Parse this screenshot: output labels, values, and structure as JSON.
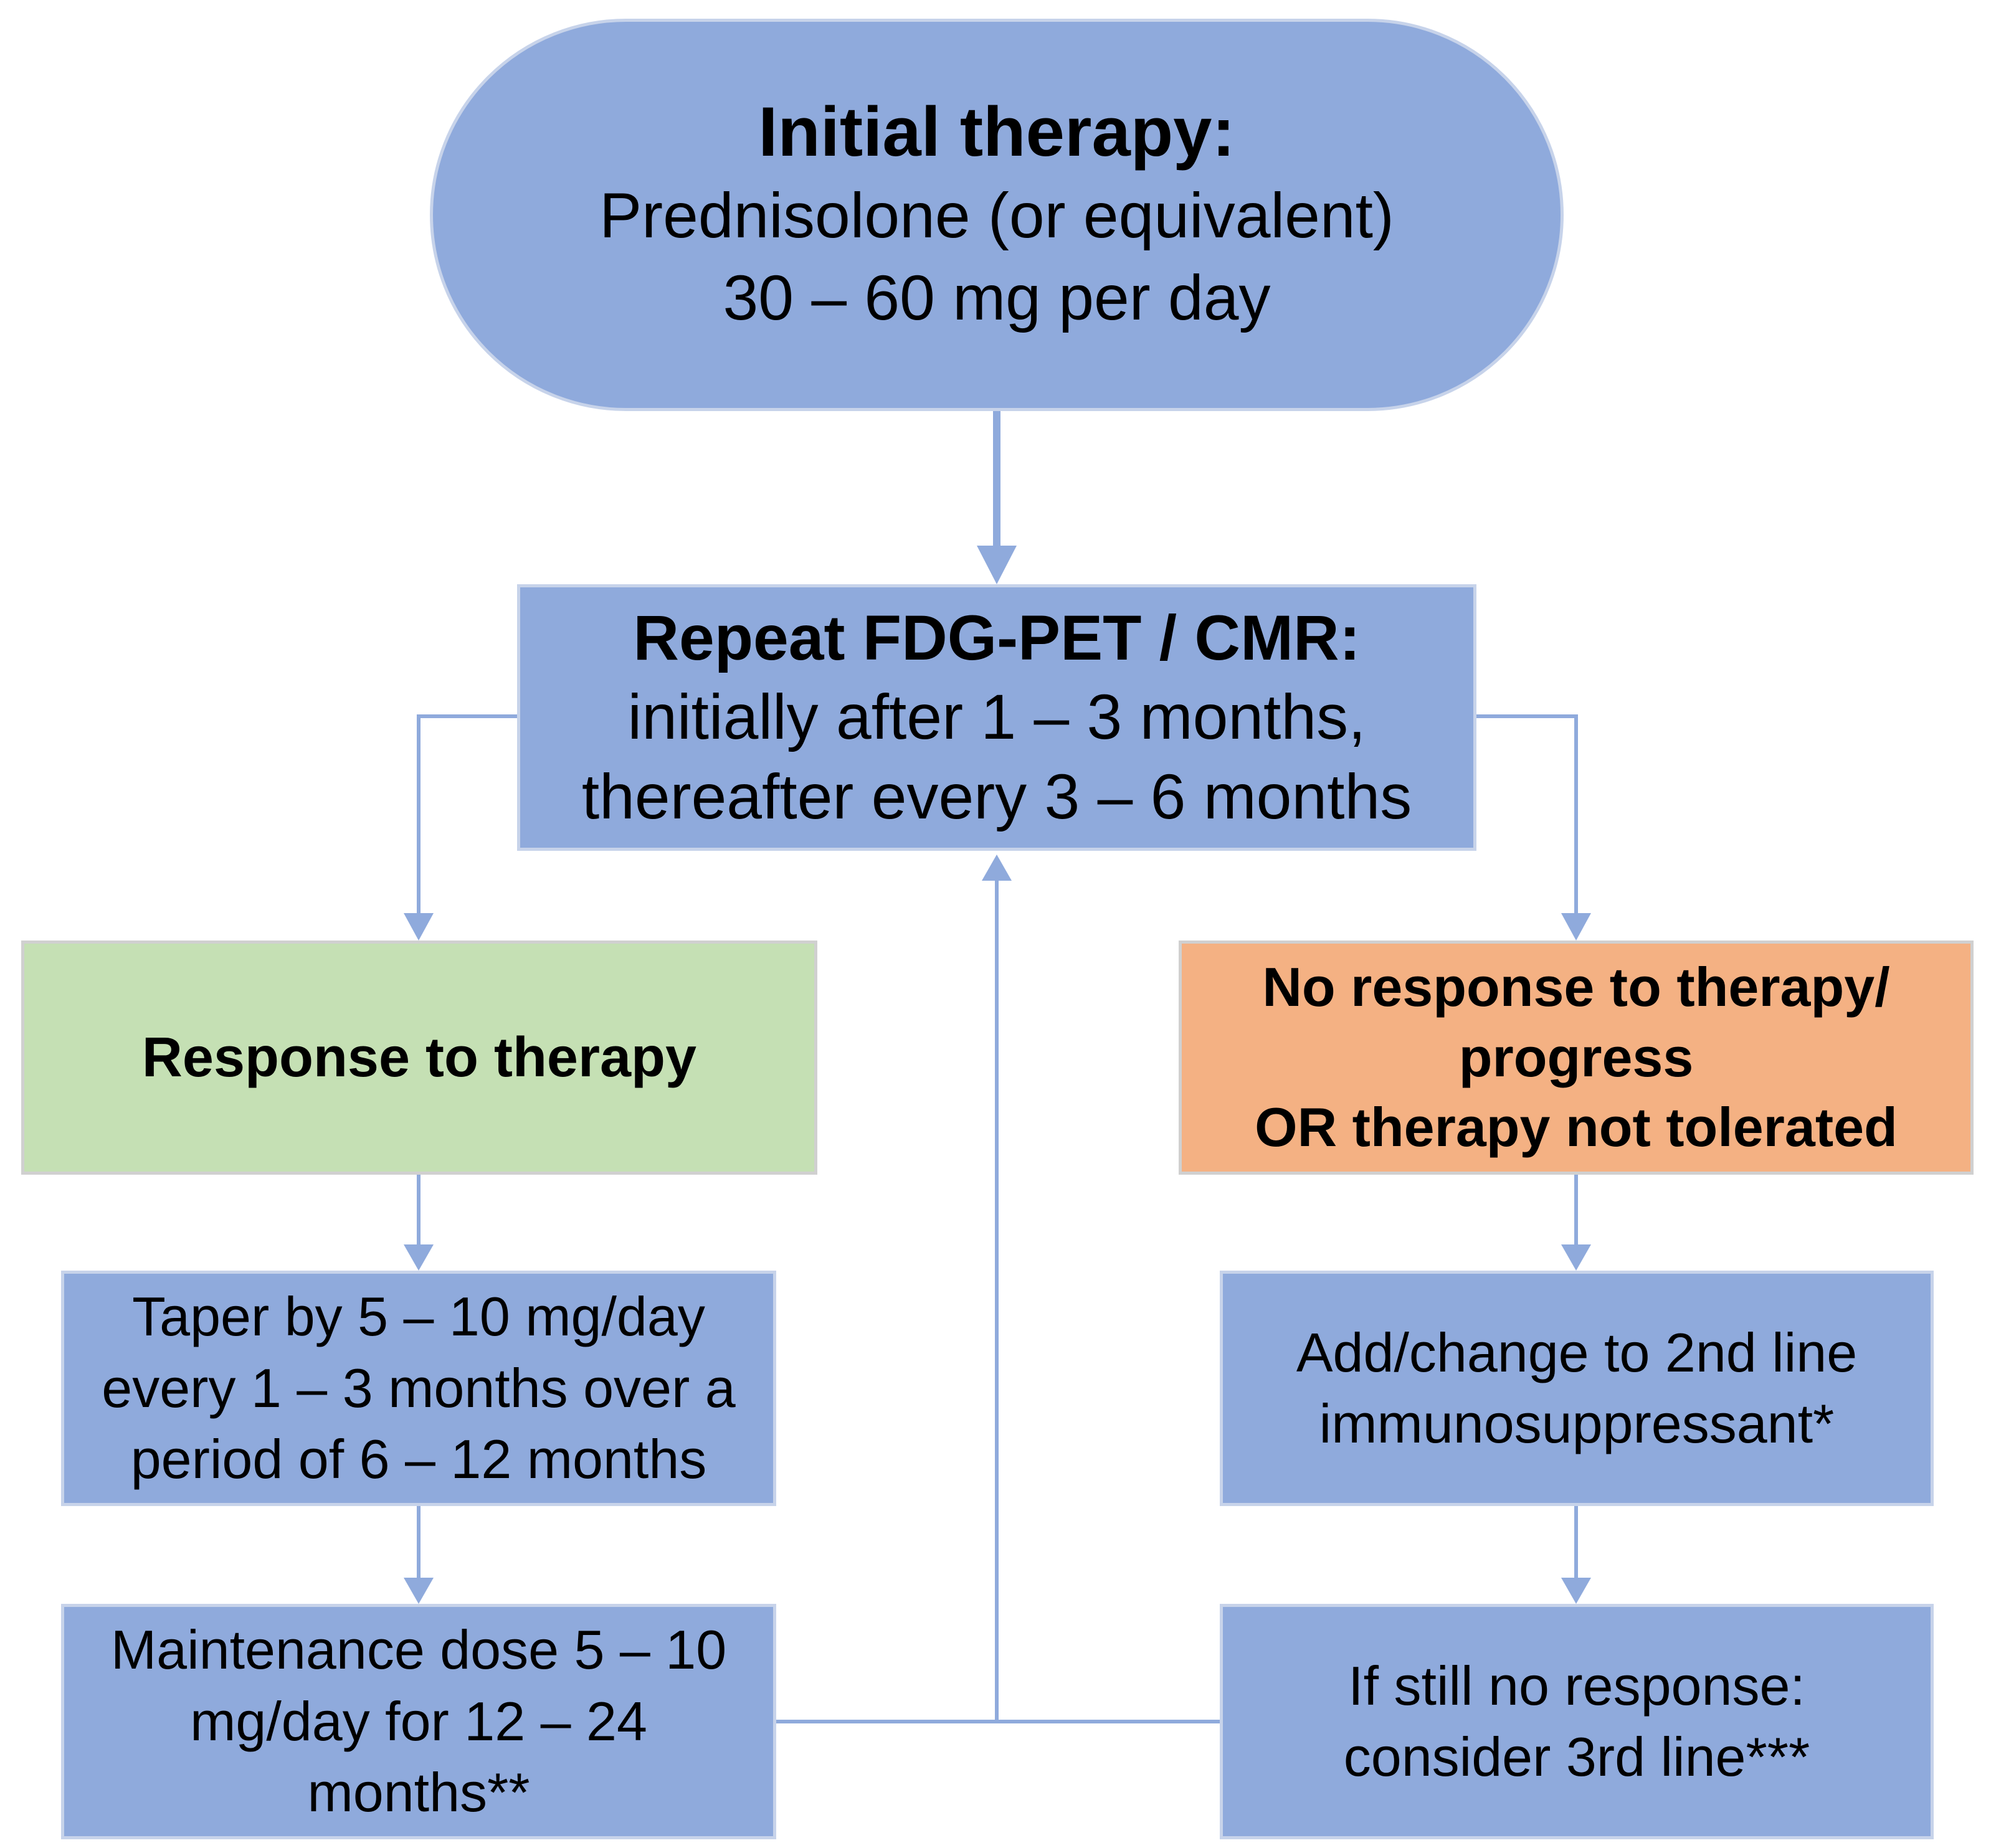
{
  "colors": {
    "blue_box": "#8faadc",
    "green_box": "#c5e0b4",
    "orange_box": "#f4b183",
    "connector": "#8faadc"
  },
  "initial": {
    "title": "Initial therapy:",
    "line1": "Prednisolone (or equivalent)",
    "line2": "30 – 60 mg per day"
  },
  "repeat": {
    "title": "Repeat FDG-PET / CMR:",
    "line1": "initially after 1 – 3 months,",
    "line2": "thereafter every 3 – 6 months"
  },
  "response": {
    "label": "Response to therapy"
  },
  "no_response": {
    "line1": "No response to therapy/",
    "line2": "progress",
    "line3": "OR therapy not tolerated"
  },
  "taper": {
    "line1": "Taper by 5 – 10 mg/day",
    "line2": "every 1 – 3 months over a",
    "line3": "period of 6 – 12 months"
  },
  "second_line": {
    "line1": "Add/change to 2nd line",
    "line2": "immunosuppressant*"
  },
  "maintenance": {
    "line1": "Maintenance dose 5 – 10",
    "line2": "mg/day for 12 – 24",
    "line3": "months**"
  },
  "third_line": {
    "line1": "If still no response:",
    "line2": "consider 3rd line***"
  }
}
